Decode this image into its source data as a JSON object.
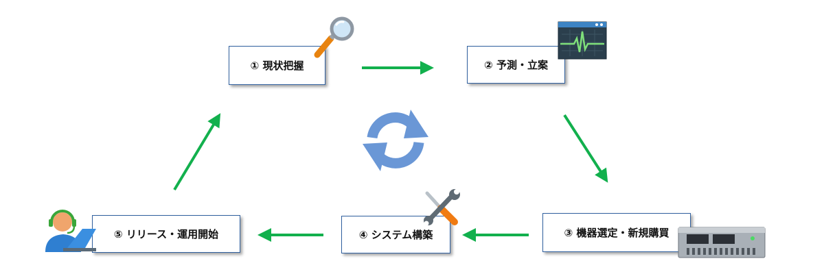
{
  "diagram": {
    "steps": [
      {
        "label": "① 現状把握"
      },
      {
        "label": "② 予測・立案"
      },
      {
        "label": "③ 機器選定・新規購買"
      },
      {
        "label": "④ システム構築"
      },
      {
        "label": "⑤ リリース・運用開始"
      }
    ],
    "icons": [
      "magnifier-icon",
      "monitor-waveform-icon",
      "server-rack-icon",
      "wrench-screwdriver-icon",
      "support-operator-icon",
      "refresh-cycle-icon"
    ],
    "colors": {
      "arrow": "#12b04d",
      "box_border": "#2f5f9e",
      "cycle": "#6a97d6"
    }
  }
}
